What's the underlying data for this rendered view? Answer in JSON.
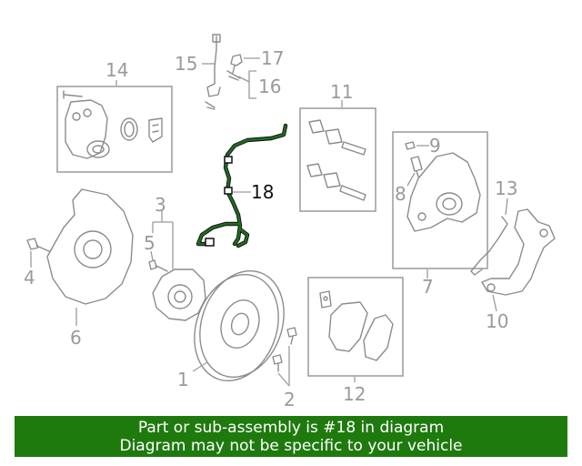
{
  "diagram": {
    "highlighted_part": "18",
    "highlight_color": "#1f6b1f",
    "callouts": {
      "c1": "1",
      "c2": "2",
      "c3": "3",
      "c4": "4",
      "c5": "5",
      "c6": "6",
      "c7": "7",
      "c8": "8",
      "c9": "9",
      "c10": "10",
      "c11": "11",
      "c12": "12",
      "c13": "13",
      "c14": "14",
      "c15": "15",
      "c16": "16",
      "c17": "17",
      "c18": "18"
    }
  },
  "banner": {
    "line1": "Part or sub-assembly is #18 in diagram",
    "line2": "Diagram may not be specific to your vehicle",
    "background": "#1f7a0e"
  }
}
